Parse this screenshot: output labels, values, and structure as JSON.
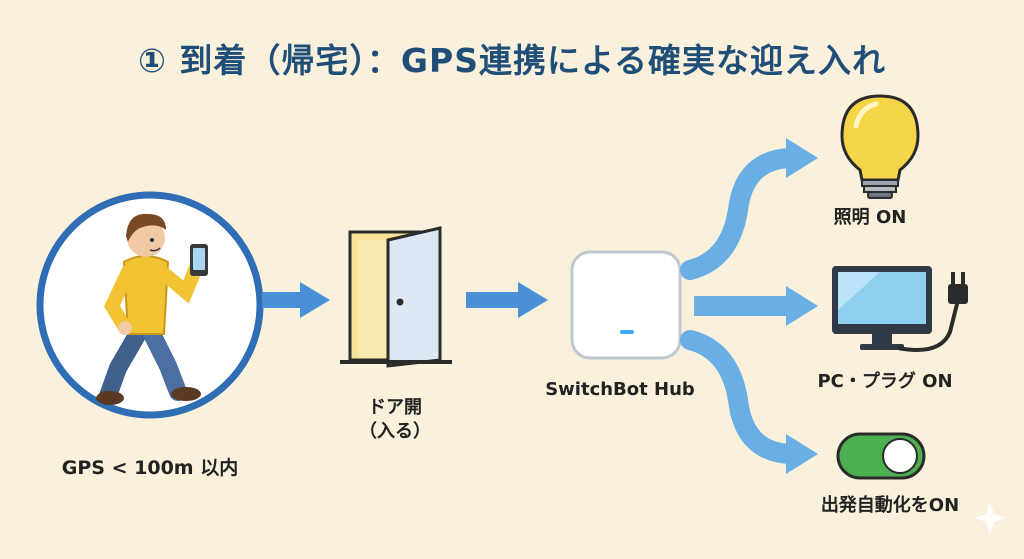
{
  "title": "① 到着（帰宅）：GPS連携による確実な迎え入れ",
  "nodes": {
    "gps": {
      "label": "GPS < 100m 以内"
    },
    "door": {
      "label_line1": "ドア開",
      "label_line2": "（入る）"
    },
    "hub": {
      "label": "SwitchBot Hub"
    },
    "light": {
      "label": "照明 ON"
    },
    "pc": {
      "label": "PC・プラグ ON"
    },
    "automation": {
      "label": "出発自動化をON"
    }
  },
  "colors": {
    "background": "#f9f1dc",
    "title": "#1f4e79",
    "arrow": "#4a90d9",
    "circle_border": "#2f6db5",
    "bulb": "#f7d548",
    "toggle": "#4caf50"
  }
}
